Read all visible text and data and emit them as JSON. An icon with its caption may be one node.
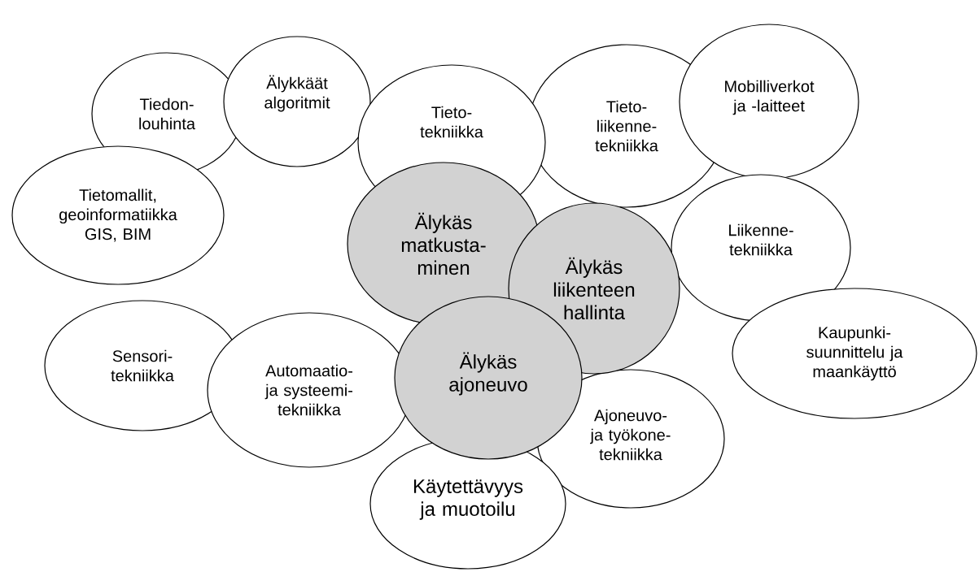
{
  "diagram": {
    "nodes": [
      {
        "text": [
          "Tiedon- louhinta"
        ]
      },
      {
        "text": [
          "Älykkäät algoritmit"
        ]
      },
      {
        "text": [
          "Tieto- tekniikka"
        ]
      },
      {
        "text": [
          "Tieto- liikenne- tekniikka"
        ]
      },
      {
        "text": [
          "Mobilliverkot ja -laitteet"
        ]
      },
      {
        "text": [
          "Tietomallit, geoinformatiikka GIS, BIM"
        ]
      },
      {
        "text": [
          "Älykäs matkusta- minen"
        ]
      },
      {
        "text": [
          "Liikenne- tekniikka"
        ]
      },
      {
        "text": [
          "Älykäs liikenteen hallinta"
        ]
      },
      {
        "text": [
          "Kaupunki- suunnittelu ja maankäyttö"
        ]
      },
      {
        "text": [
          "Sensori- tekniikka"
        ]
      },
      {
        "text": [
          "Automaatio- ja systeemi- tekniikka"
        ]
      },
      {
        "text": [
          "Käytettävyys ja muotoilu"
        ]
      },
      {
        "text": [
          "Ajoneuvo- ja työkone- tekniikka"
        ]
      },
      {
        "text": [
          "Älykäs ajoneuvo"
        ]
      }
    ]
  }
}
